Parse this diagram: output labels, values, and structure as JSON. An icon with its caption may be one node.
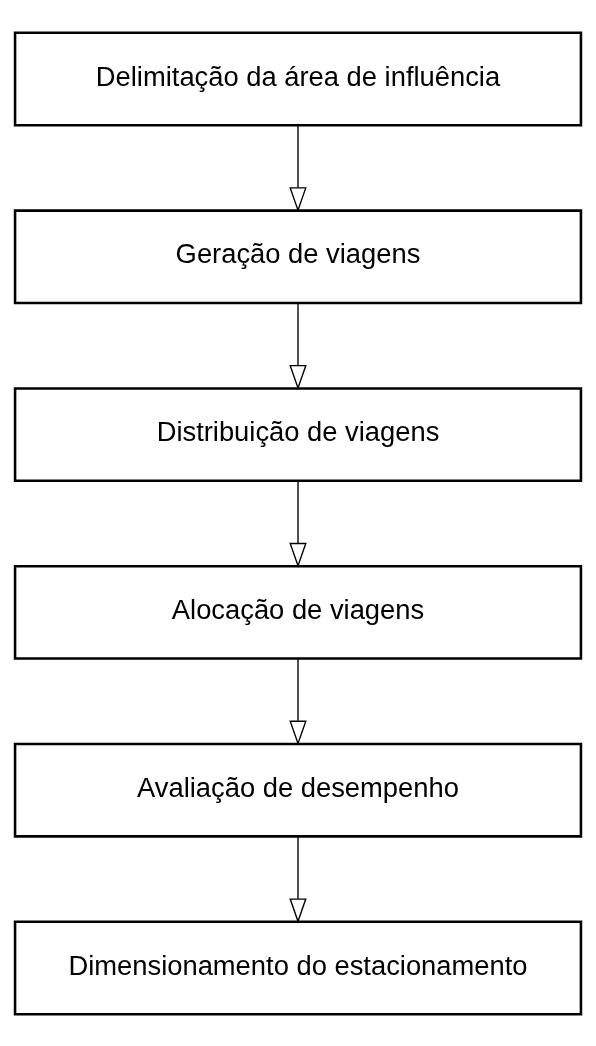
{
  "diagram": {
    "nodes": [
      {
        "text": [
          "Delimitação da área de influência"
        ]
      },
      {
        "text": [
          "Geração de viagens"
        ]
      },
      {
        "text": [
          "Distribuição de viagens"
        ]
      },
      {
        "text": [
          "Alocação de viagens"
        ]
      },
      {
        "text": [
          "Avaliação de desempenho"
        ]
      },
      {
        "text": [
          "Dimensionamento do estacionamento"
        ]
      }
    ],
    "edges": [
      {
        "from": 0,
        "to": 1,
        "arrow": "to"
      },
      {
        "from": 1,
        "to": 2,
        "arrow": "to"
      },
      {
        "from": 2,
        "to": 3,
        "arrow": "to"
      },
      {
        "from": 3,
        "to": 4,
        "arrow": "to"
      },
      {
        "from": 4,
        "to": 5,
        "arrow": "to"
      }
    ]
  }
}
